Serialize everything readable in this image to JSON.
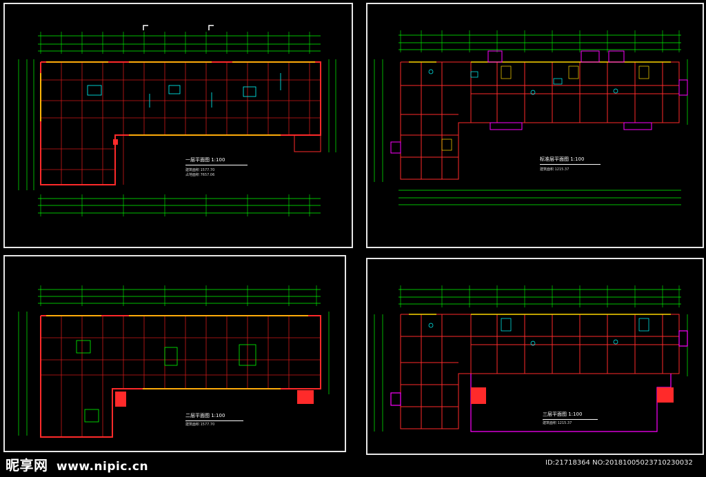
{
  "colors": {
    "background": "#000000",
    "wall": "#ff2a2a",
    "grid": "#d01818",
    "dimension": "#00ff00",
    "yellow": "#ffd800",
    "cyan": "#00ffff",
    "magenta": "#ff00ff",
    "frame": "#e8e8e8"
  },
  "sheets": [
    {
      "id": "first-floor",
      "title": "一层平面图 1:100",
      "area": "建筑面积 1577.70",
      "area2": "占地面积 7657.06"
    },
    {
      "id": "standard-floor",
      "title": "标准层平面图 1:100",
      "area": "建筑面积 1215.37"
    },
    {
      "id": "second-floor",
      "title": "二层平面图 1:100",
      "area": "建筑面积 1577.70"
    },
    {
      "id": "third-floor",
      "title": "三层平面图 1:100",
      "area": "建筑面积 1215.37"
    }
  ],
  "watermark": {
    "brand": "昵享网",
    "url": "www.nipic.cn"
  },
  "image_id": "ID:21718364 NO:20181005023710230032"
}
